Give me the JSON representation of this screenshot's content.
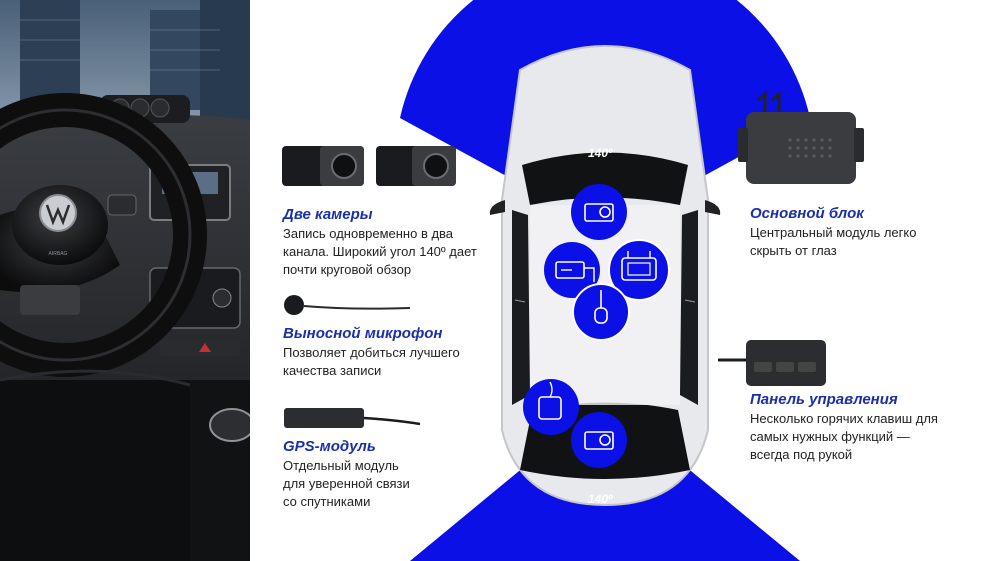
{
  "colors": {
    "accent": "#0a10e6",
    "heading": "#1a2fa8",
    "text": "#222222"
  },
  "angles": {
    "front": "140º",
    "rear": "140º"
  },
  "features": {
    "cameras": {
      "title": "Две камеры",
      "line1": "Запись одновременно в два",
      "line2": "канала. Широкий угол 140º дает",
      "line3": "почти круговой обзор"
    },
    "microphone": {
      "title": "Выносной микрофон",
      "line1": "Позволяет добиться лучшего",
      "line2": "качества записи"
    },
    "gps": {
      "title": "GPS-модуль",
      "line1": "Отдельный модуль",
      "line2": "для уверенной связи",
      "line3": "со спутниками"
    },
    "main_unit": {
      "title": "Основной блок",
      "line1": "Центральный модуль легко",
      "line2": "скрыть от глаз"
    },
    "control_panel": {
      "title": "Панель управления",
      "line1": "Несколько горячих клавиш для",
      "line2": "самых нужных функций —",
      "line3": "всегда под рукой"
    }
  },
  "photo": {
    "steering_badge": "AIRBAG"
  },
  "car_icons": [
    "camera-icon",
    "main-unit-icon",
    "control-panel-icon",
    "microphone-icon",
    "gps-icon",
    "camera-icon"
  ]
}
